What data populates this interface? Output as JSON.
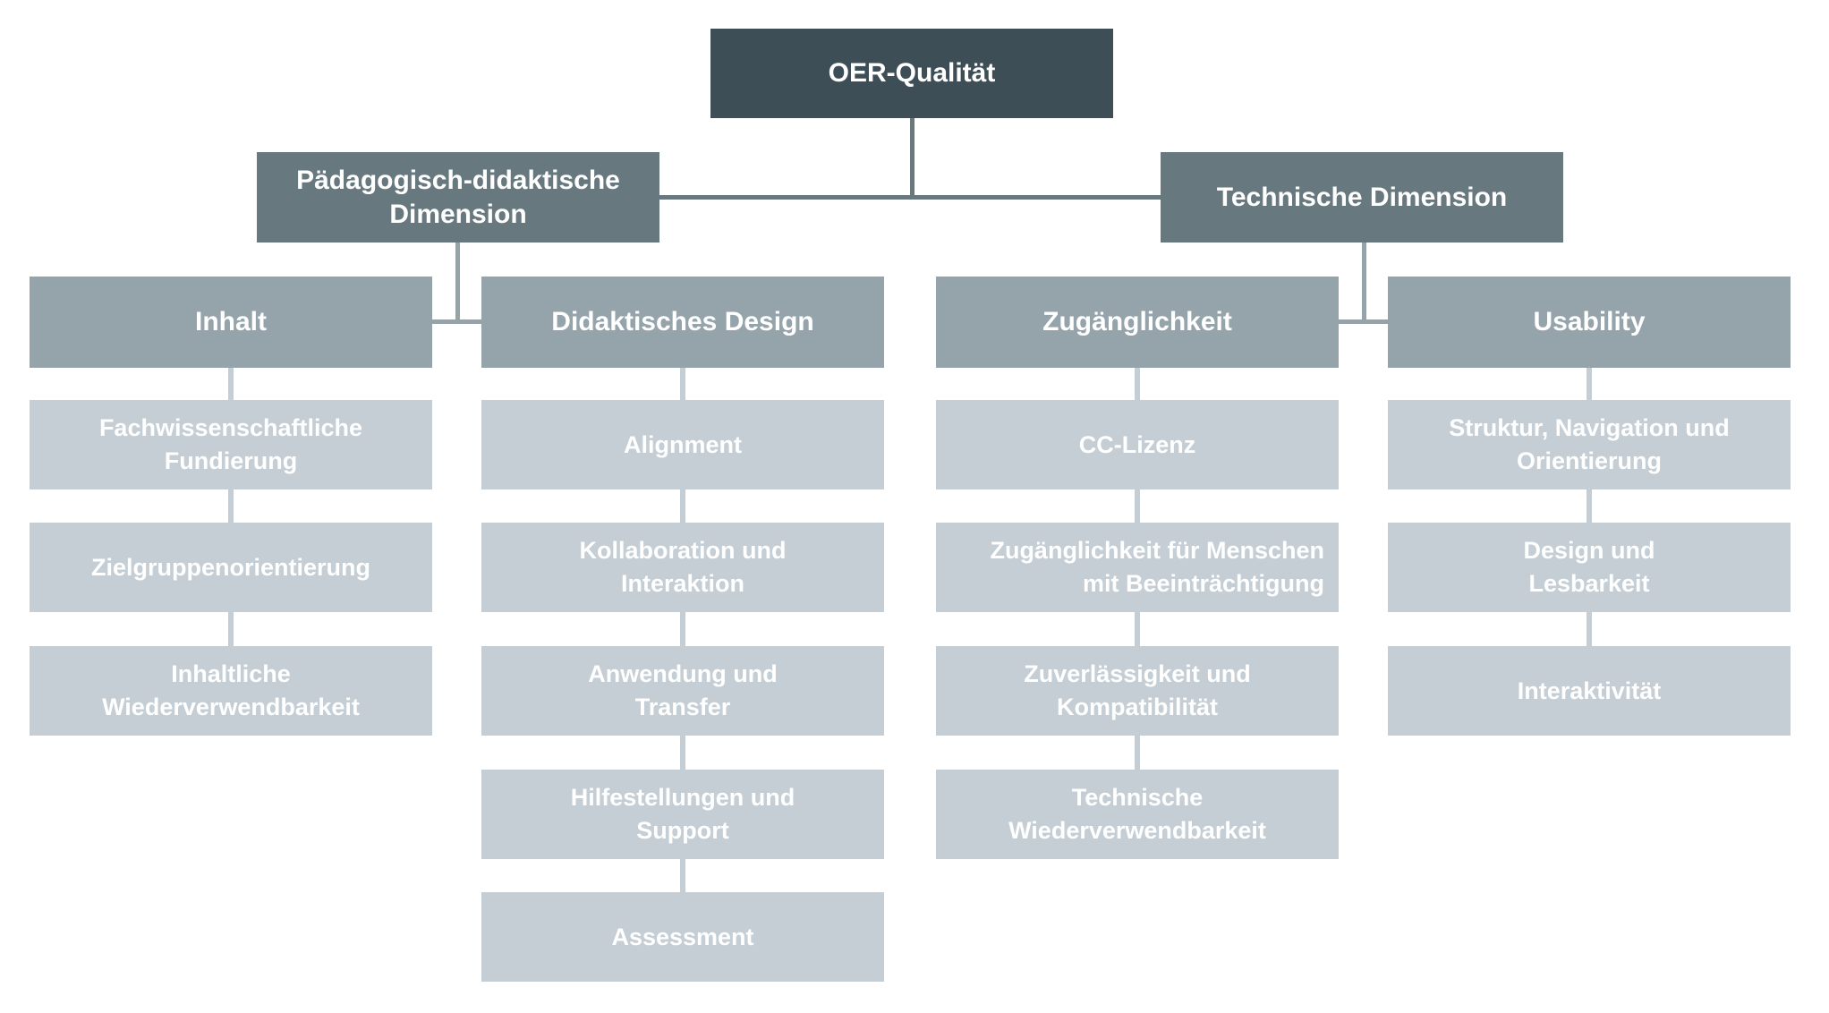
{
  "figure": {
    "background": "#FFFFFF",
    "text_color": "#FFFFFF"
  },
  "palette": {
    "level1_fill": "#3E4E57",
    "level2_fill": "#67787F",
    "level3_fill": "#95A3AB",
    "level4_fill": "#C4CED4",
    "connector_dimension": "#67787F",
    "connector_category": "#95A3AB",
    "connector_item": "#C4CED4"
  },
  "chart": {
    "root": {
      "label": "OER-Qualität"
    },
    "dimensions": {
      "paedagogisch": {
        "lines": [
          "Pädagogisch-didaktische",
          "Dimension"
        ]
      },
      "technisch": {
        "lines": [
          "Technische Dimension"
        ]
      }
    },
    "categories": {
      "inhalt": {
        "label": "Inhalt"
      },
      "didaktisches_design": {
        "label": "Didaktisches Design"
      },
      "zugaenglichkeit": {
        "label": "Zugänglichkeit"
      },
      "usability": {
        "label": "Usability"
      }
    },
    "items": {
      "inhalt": [
        {
          "lines": [
            "Fachwissenschaftliche",
            "Fundierung"
          ]
        },
        {
          "lines": [
            "Zielgruppenorientierung"
          ]
        },
        {
          "lines": [
            "Inhaltliche",
            "Wiederverwendbarkeit"
          ]
        }
      ],
      "didaktisches_design": [
        {
          "lines": [
            "Alignment"
          ]
        },
        {
          "lines": [
            "Kollaboration und",
            "Interaktion"
          ]
        },
        {
          "lines": [
            "Anwendung und",
            "Transfer"
          ]
        },
        {
          "lines": [
            "Hilfestellungen und",
            "Support"
          ]
        },
        {
          "lines": [
            "Assessment"
          ]
        }
      ],
      "zugaenglichkeit": [
        {
          "lines": [
            "CC-Lizenz"
          ]
        },
        {
          "lines": [
            "Zugänglichkeit für Menschen",
            "mit Beeinträchtigung"
          ],
          "align": "right"
        },
        {
          "lines": [
            "Zuverlässigkeit und",
            "Kompatibilität"
          ]
        },
        {
          "lines": [
            "Technische",
            "Wiederverwendbarkeit"
          ]
        }
      ],
      "usability": [
        {
          "lines": [
            "Struktur, Navigation und",
            "Orientierung"
          ]
        },
        {
          "lines": [
            "Design und",
            "Lesbarkeit"
          ]
        },
        {
          "lines": [
            "Interaktivität"
          ]
        }
      ]
    }
  }
}
